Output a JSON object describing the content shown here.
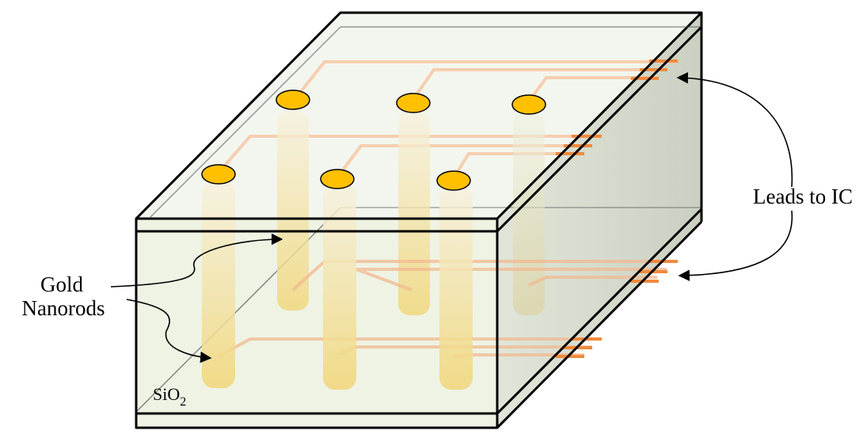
{
  "labels": {
    "gold_nanorods_line1": "Gold",
    "gold_nanorods_line2": "Nanorods",
    "leads_to_ic": "Leads to IC",
    "sio2_base": "SiO",
    "sio2_subscript": "2"
  },
  "colors": {
    "gold_pad": "#ffc000",
    "gold_pad_edge": "#7a5a00",
    "nanorod_top": "#f5f0da",
    "nanorod_bottom": "#f2d77a",
    "trace": "#f6c7a4",
    "lead": "#f08a3c",
    "block_front": "#eef3e4",
    "block_side": "#c9d0c0",
    "block_top": "#f2f5ec"
  }
}
